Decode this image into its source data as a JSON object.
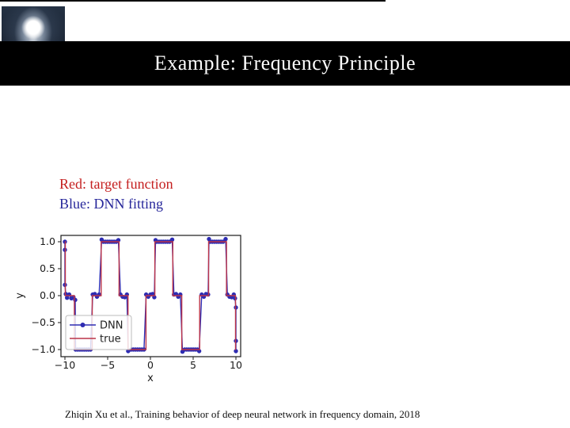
{
  "slide": {
    "title": "Example: Frequency Principle",
    "note_red": "Red: target function",
    "note_blue": "Blue: DNN fitting",
    "citation": "Zhiqin Xu et al., Training behavior of deep neural network in frequency domain, 2018"
  },
  "logo": {
    "description": "glowing light bulb in dark tunnel photo"
  },
  "colors": {
    "title_bar_bg": "#000000",
    "title_text": "#fdfdfd",
    "red_note": "#c41e1e",
    "blue_note": "#26269a",
    "true_line": "#bc3449",
    "dnn_line": "#2e2cb2",
    "axis": "#1a1a1a",
    "legend_border": "#bbbbbb"
  },
  "chart_data": {
    "type": "line",
    "title": "",
    "xlabel": "x",
    "ylabel": "y",
    "xlim": [
      -10.5,
      10.6
    ],
    "ylim": [
      -1.13,
      1.13
    ],
    "grid": false,
    "legend_position": "lower left",
    "xticks": [
      -10,
      -5,
      0,
      5,
      10
    ],
    "yticks": [
      1.0,
      0.5,
      0.0,
      -0.5,
      -1.0
    ],
    "xtick_labels": [
      "−10",
      "−5",
      "0",
      "5",
      "10"
    ],
    "ytick_labels": [
      "1.0",
      "0.5",
      "0.0",
      "−0.5",
      "−1.0"
    ],
    "series": [
      {
        "name": "true",
        "style": "line",
        "description": "target square wave y = round(sin(x))",
        "points": [
          [
            -10,
            1
          ],
          [
            -9.95,
            1
          ],
          [
            -9.95,
            0
          ],
          [
            -8.9,
            0
          ],
          [
            -8.9,
            -1
          ],
          [
            -6.81,
            -1
          ],
          [
            -6.81,
            0
          ],
          [
            -5.76,
            0
          ],
          [
            -5.76,
            1
          ],
          [
            -3.67,
            1
          ],
          [
            -3.67,
            0
          ],
          [
            -2.62,
            0
          ],
          [
            -2.62,
            -1
          ],
          [
            -0.52,
            -1
          ],
          [
            -0.52,
            0
          ],
          [
            0.52,
            0
          ],
          [
            0.52,
            1
          ],
          [
            2.62,
            1
          ],
          [
            2.62,
            0
          ],
          [
            3.67,
            0
          ],
          [
            3.67,
            -1
          ],
          [
            5.76,
            -1
          ],
          [
            5.76,
            0
          ],
          [
            6.81,
            0
          ],
          [
            6.81,
            1
          ],
          [
            8.9,
            1
          ],
          [
            8.9,
            0
          ],
          [
            9.95,
            0
          ],
          [
            9.95,
            -1
          ],
          [
            10,
            -1
          ]
        ]
      },
      {
        "name": "DNN",
        "style": "line+markers",
        "description": "DNN fit samples",
        "points": [
          [
            -10,
            1
          ],
          [
            -10,
            0.85
          ],
          [
            -10,
            0.2
          ],
          [
            -9.9,
            0.03
          ],
          [
            -9.75,
            -0.04
          ],
          [
            -9.5,
            0.02
          ],
          [
            -9.25,
            -0.05
          ],
          [
            -9,
            -0.03
          ],
          [
            -8.8,
            -0.08
          ],
          [
            -8.75,
            -1
          ],
          [
            -8.5,
            -1
          ],
          [
            -8.25,
            -1
          ],
          [
            -8,
            -1
          ],
          [
            -7.75,
            -1
          ],
          [
            -7.5,
            -1
          ],
          [
            -7.25,
            -1
          ],
          [
            -7,
            -1
          ],
          [
            -6.75,
            0.02
          ],
          [
            -6.5,
            0.03
          ],
          [
            -6.25,
            -0.02
          ],
          [
            -6,
            0.02
          ],
          [
            -5.7,
            1.04
          ],
          [
            -5.5,
            1
          ],
          [
            -5.25,
            1
          ],
          [
            -5,
            1
          ],
          [
            -4.75,
            1
          ],
          [
            -4.5,
            1
          ],
          [
            -4.25,
            1
          ],
          [
            -4,
            1
          ],
          [
            -3.75,
            1.03
          ],
          [
            -3.5,
            0.02
          ],
          [
            -3.25,
            -0.02
          ],
          [
            -3,
            -0.03
          ],
          [
            -2.75,
            0.02
          ],
          [
            -2.6,
            -1.03
          ],
          [
            -2.25,
            -1
          ],
          [
            -2,
            -1
          ],
          [
            -1.75,
            -1
          ],
          [
            -1.5,
            -1
          ],
          [
            -1.25,
            -1
          ],
          [
            -1,
            -1
          ],
          [
            -0.75,
            -1
          ],
          [
            -0.5,
            0.02
          ],
          [
            -0.25,
            -0.02
          ],
          [
            0,
            0.02
          ],
          [
            0.25,
            0.03
          ],
          [
            0.45,
            -0.03
          ],
          [
            0.6,
            1.03
          ],
          [
            0.75,
            1
          ],
          [
            1,
            1
          ],
          [
            1.25,
            1
          ],
          [
            1.5,
            1
          ],
          [
            1.75,
            1
          ],
          [
            2,
            1
          ],
          [
            2.25,
            1
          ],
          [
            2.55,
            1.04
          ],
          [
            2.75,
            0.02
          ],
          [
            3,
            0.03
          ],
          [
            3.25,
            -0.02
          ],
          [
            3.5,
            0.02
          ],
          [
            3.75,
            -1.04
          ],
          [
            4,
            -1
          ],
          [
            4.25,
            -1
          ],
          [
            4.5,
            -1
          ],
          [
            4.75,
            -1
          ],
          [
            5,
            -1
          ],
          [
            5.25,
            -1
          ],
          [
            5.5,
            -1
          ],
          [
            5.7,
            -1.03
          ],
          [
            6,
            0.02
          ],
          [
            6.25,
            -0.02
          ],
          [
            6.5,
            0.03
          ],
          [
            6.75,
            0.02
          ],
          [
            6.85,
            1.05
          ],
          [
            7,
            1
          ],
          [
            7.25,
            1
          ],
          [
            7.5,
            1
          ],
          [
            7.75,
            1
          ],
          [
            8,
            1
          ],
          [
            8.25,
            1
          ],
          [
            8.5,
            1
          ],
          [
            8.8,
            1.05
          ],
          [
            9,
            0.02
          ],
          [
            9.25,
            -0.02
          ],
          [
            9.5,
            -0.03
          ],
          [
            9.75,
            0.02
          ],
          [
            9.9,
            -0.05
          ],
          [
            10,
            -0.22
          ],
          [
            10,
            -0.84
          ],
          [
            10,
            -1.03
          ]
        ]
      }
    ],
    "legend": [
      {
        "label": "DNN",
        "marker": "line-with-dot",
        "color": "#2e2cb2"
      },
      {
        "label": "true",
        "marker": "line",
        "color": "#bc3449"
      }
    ]
  }
}
